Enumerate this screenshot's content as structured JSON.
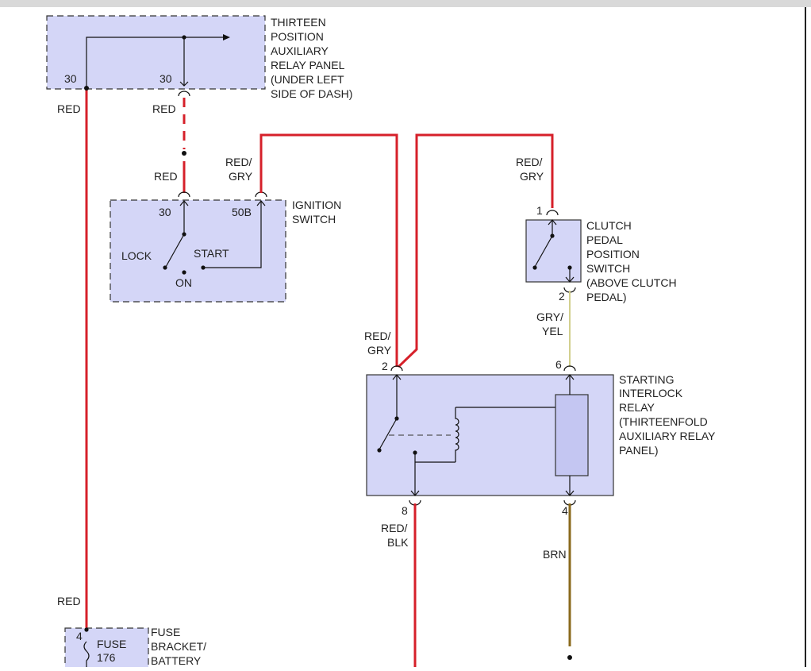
{
  "colors": {
    "red": "#d6202a",
    "gry_yel": "#d2cf8e",
    "brn": "#8a6a1c",
    "component_fill": "#d4d6f7"
  },
  "relay_panel": {
    "label": [
      "THIRTEEN",
      "POSITION",
      "AUXILIARY",
      "RELAY PANEL",
      "(UNDER LEFT",
      "SIDE OF DASH)"
    ],
    "pin_left": "30",
    "pin_right": "30"
  },
  "ignition_switch": {
    "label": [
      "IGNITION",
      "SWITCH"
    ],
    "pin_30": "30",
    "pin_50b": "50B",
    "lock": "LOCK",
    "on": "ON",
    "start": "START"
  },
  "clutch_switch": {
    "label": [
      "CLUTCH",
      "PEDAL",
      "POSITION",
      "SWITCH",
      "(ABOVE CLUTCH",
      "PEDAL)"
    ],
    "pin_1": "1",
    "pin_2": "2"
  },
  "interlock_relay": {
    "label": [
      "STARTING",
      "INTERLOCK",
      "RELAY",
      "(THIRTEENFOLD",
      "AUXILIARY RELAY",
      "PANEL)"
    ],
    "pin_2": "2",
    "pin_6": "6",
    "pin_8": "8",
    "pin_4": "4"
  },
  "fuse": {
    "label": [
      "FUSE",
      "BRACKET/",
      "BATTERY"
    ],
    "pin": "4",
    "name": [
      "FUSE",
      "176"
    ]
  },
  "wires": {
    "red_main": "RED",
    "red_relay_out": "RED",
    "red_ign_in": "RED",
    "red_gry_ign": [
      "RED/",
      "GRY"
    ],
    "red_gry_clutch": [
      "RED/",
      "GRY"
    ],
    "red_gry_relay": [
      "RED/",
      "GRY"
    ],
    "gry_yel": [
      "GRY/",
      "YEL"
    ],
    "red_blk": [
      "RED/",
      "BLK"
    ],
    "brn": "BRN",
    "red_fuse": "RED"
  }
}
